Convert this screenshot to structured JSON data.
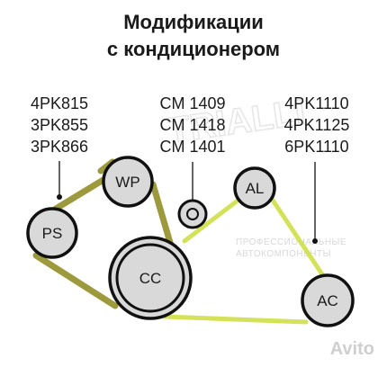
{
  "title_lines": [
    "Модификации",
    "с кондиционером"
  ],
  "left_group": [
    "4PK815",
    "3PK855",
    "3PK866"
  ],
  "middle_group": [
    "CM 1409",
    "CM 1418",
    "CM 1401"
  ],
  "right_group": [
    "4PK1110",
    "4PK1125",
    "6PK1110"
  ],
  "pulleys": {
    "wp": "WP",
    "ps": "PS",
    "cc": "CC",
    "al": "AL",
    "ac": "AC"
  },
  "watermark": {
    "brand": "TRIALLI",
    "line1": "ПРОФЕССИОНАЛЬНЫЕ",
    "line2": "АВТОКОМПОНЕНТЫ"
  },
  "avito_label": "Avito",
  "colors": {
    "belt_left": "#9c9a3c",
    "belt_right": "#d4e25a",
    "pulley_fill": "#d9d9d9",
    "outline": "#111111"
  }
}
